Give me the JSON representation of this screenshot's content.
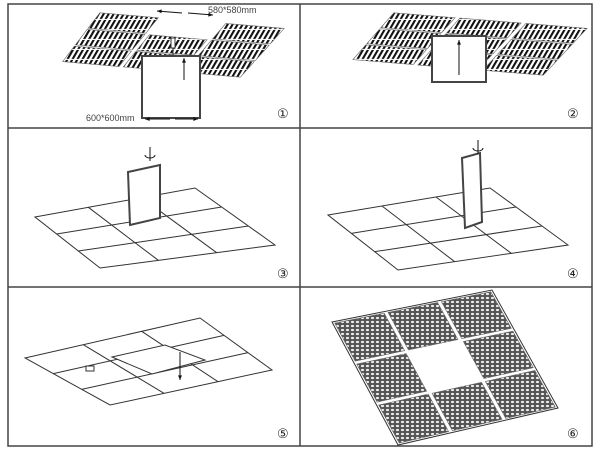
{
  "title": "Panel light installation steps",
  "steps": [
    {
      "number": "①",
      "dimension_top": "580*580mm",
      "dimension_bottom": "600*600mm"
    },
    {
      "number": "②"
    },
    {
      "number": "③"
    },
    {
      "number": "④"
    },
    {
      "number": "⑤"
    },
    {
      "number": "⑥"
    }
  ],
  "colors": {
    "line": "#333333",
    "frame": "#444444",
    "background": "#ffffff"
  }
}
